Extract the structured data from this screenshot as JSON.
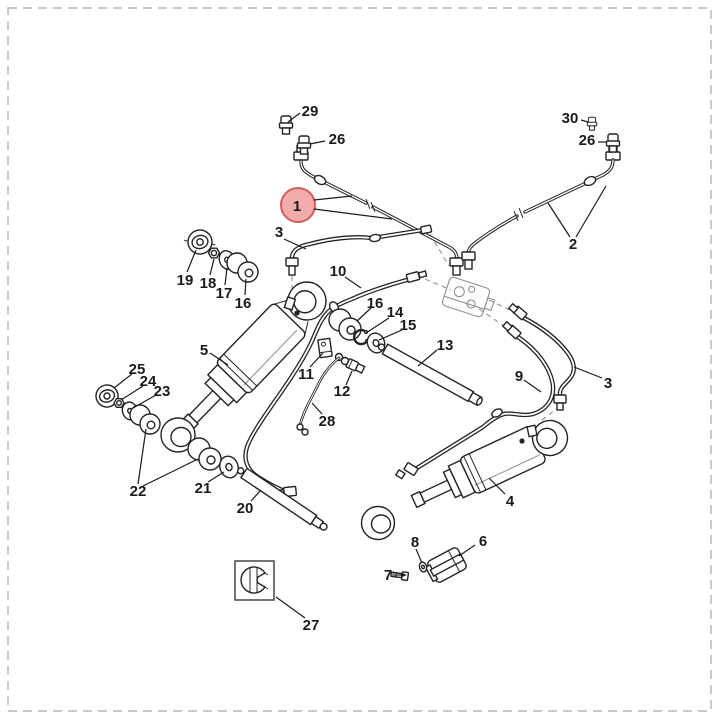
{
  "diagram": {
    "kind": "exploded-parts-diagram",
    "subject": "hydraulic trim cylinders with hoses, tubes and fittings",
    "highlighted_callout": "1",
    "colors": {
      "line": "#242424",
      "ghost": "#8f8f8f",
      "border": "#b5b5b5",
      "highlight_fill": "#f4abab",
      "highlight_stroke": "#d25e5e"
    },
    "callouts": {
      "c1": {
        "text": "1"
      },
      "c2": {
        "text": "2"
      },
      "c3a": {
        "text": "3"
      },
      "c3b": {
        "text": "3"
      },
      "c4": {
        "text": "4"
      },
      "c5": {
        "text": "5"
      },
      "c6": {
        "text": "6"
      },
      "c7": {
        "text": "7"
      },
      "c8": {
        "text": "8"
      },
      "c9": {
        "text": "9"
      },
      "c10": {
        "text": "10"
      },
      "c11": {
        "text": "11"
      },
      "c12": {
        "text": "12"
      },
      "c13": {
        "text": "13"
      },
      "c14": {
        "text": "14"
      },
      "c15": {
        "text": "15"
      },
      "c16a": {
        "text": "16"
      },
      "c16b": {
        "text": "16"
      },
      "c17": {
        "text": "17"
      },
      "c18": {
        "text": "18"
      },
      "c19": {
        "text": "19"
      },
      "c20": {
        "text": "20"
      },
      "c21": {
        "text": "21"
      },
      "c22": {
        "text": "22"
      },
      "c23": {
        "text": "23"
      },
      "c24": {
        "text": "24"
      },
      "c25": {
        "text": "25"
      },
      "c26a": {
        "text": "26"
      },
      "c26b": {
        "text": "26"
      },
      "c27": {
        "text": "27"
      },
      "c28": {
        "text": "28"
      },
      "c29": {
        "text": "29"
      },
      "c30": {
        "text": "30"
      }
    }
  }
}
